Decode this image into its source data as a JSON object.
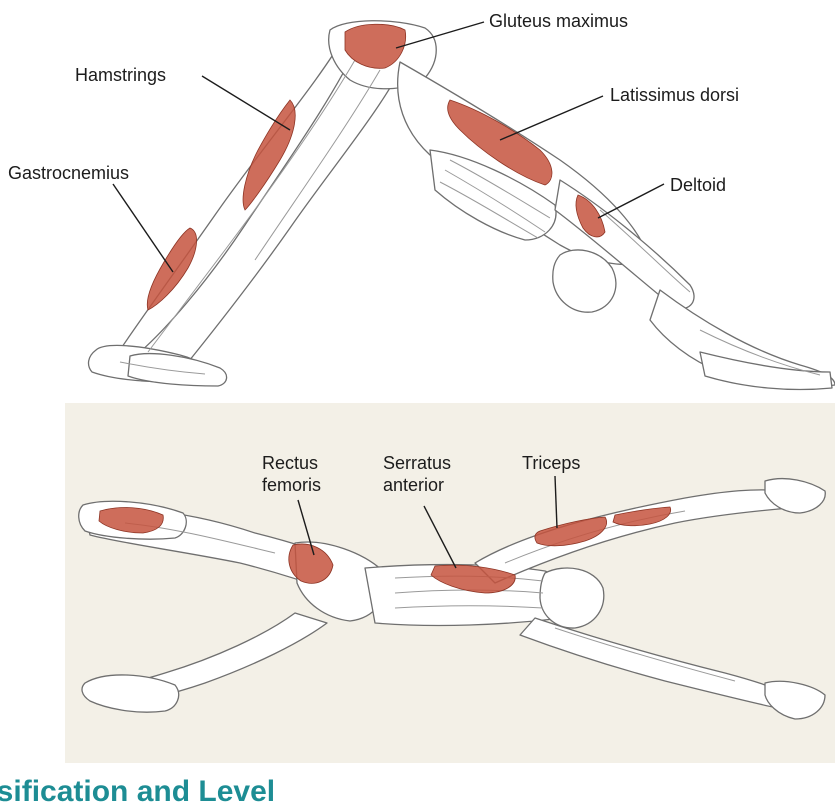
{
  "figure": {
    "upper_labels": {
      "gluteus_maximus": "Gluteus maximus",
      "hamstrings": "Hamstrings",
      "latissimus_dorsi": "Latissimus dorsi",
      "gastrocnemius": "Gastrocnemius",
      "deltoid": "Deltoid"
    },
    "lower_labels": {
      "rectus_femoris": [
        "Rectus",
        "femoris"
      ],
      "serratus_anterior": [
        "Serratus",
        "anterior"
      ],
      "triceps": "Triceps"
    },
    "colors": {
      "muscle": "#c6533e",
      "outline": "#6f6f6f",
      "panel_background": "#f3f0e7"
    }
  },
  "section": {
    "heading": "ssification and Level",
    "heading_color": "#1d8d94"
  }
}
